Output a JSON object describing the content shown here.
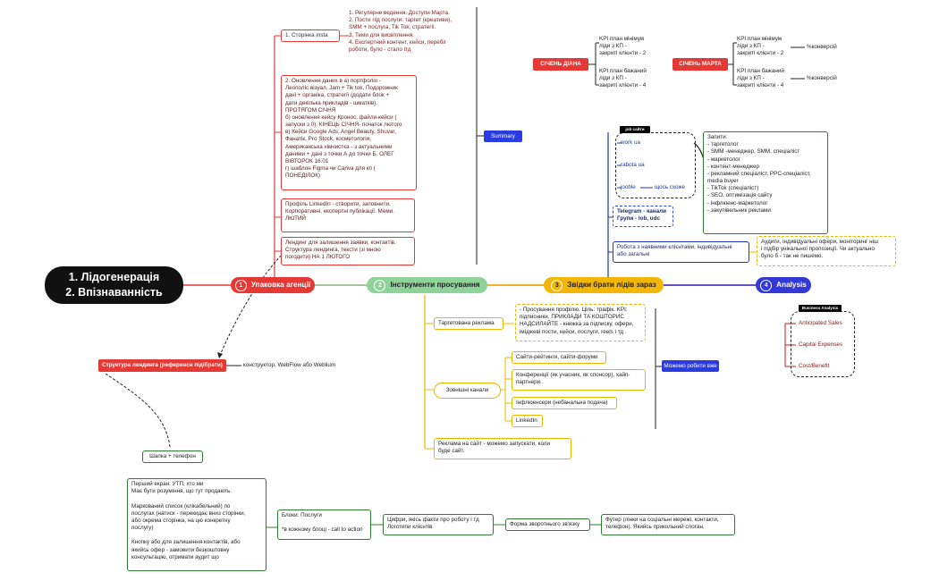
{
  "root": {
    "line1": "1. Лідогенерація",
    "line2": "2. Впізнаванність"
  },
  "branches": {
    "b1": {
      "num": "1",
      "label": "Упаковка агенції",
      "color": "#e53935"
    },
    "b2": {
      "num": "2",
      "label": "Інструменти просування",
      "color": "#8fd39a"
    },
    "b3": {
      "num": "3",
      "label": "Звідки брати лідів зараз",
      "color": "#f2b705"
    },
    "b4": {
      "num": "4",
      "label": "Analysis",
      "color": "#3338d6"
    }
  },
  "top_notes": {
    "plan": "1. Регулярне ведення. Доступи Марта.\n2. Пости під послуги: таргет (креативи),\nSMM + послуга, Tik Tok, стратегії.\n3. Теми для висвітлення.\n4. Експертний контент, кейси, перебіг\nроботи, було - стало ітд",
    "insta": "1. Сторінка insta",
    "portfolio": "2. Оновлення даних в а) портфоліо -\nЛеополіс візуал, Jam + Tik tok, Подорожник\nдані + органіка, стратегії (додати блок +\nдати декілька прикладів - шматків).\nПРОТЯГОМ СІЧНЯ\nб) оновлення кейсу Кронос, файли-кейси (\nзапуски з 0). КІНЕЦЬ СІЧНЯ- початок лютого\nв) Кейси Google Ads: Angel Beauty, Shuvar,\nФанатік, Pro Stock, косметологія,\nАмериканська хімчистка - з актуальними\nданими + дані з точки А до точки Б. ОЛЕГ\nВІВТОРОК 16.01\nг) шаблон Figma чи Canva для кп (\nПОНЕДІЛОК)",
    "linkedin": "Профіль LinkedIn - створити, заповнити.\nКорпоративні, експертні публікації. Меми.\nЛЮТИЙ",
    "landing": "Лендинг для залишення заявки, контактів.\nСтруктура лендинга, тексти (зі мною\nпогодити) НА 1 ЛЮТОГО",
    "summary": "Summary"
  },
  "kpi": {
    "jan_header": "СІЧЕНЬ ДІАНА",
    "mar_header": "СІЧЕНЬ МАРТА",
    "jan_min": "KPI план мінімум\nліди з КП -\nзакриті клієнти - 2",
    "jan_want": "KPI план бажаний\nліди з КП -\nзакриті клієнти - 4",
    "mar_min": "KPI план мінімум\nліди з КП -\nзакриті клієнти - 2",
    "mar_want": "KPI план бажаний\nліди з КП -\nзакриті клієнти - 4",
    "conv1": "%конверсій",
    "conv2": "%конверсій"
  },
  "job_sites": {
    "tab": "job сайти",
    "items": [
      "work ua",
      "rabota ua",
      "jooble"
    ],
    "jooble_note": "щось схоже",
    "requests": "Запити:\n- таргетолог\n- SMM -менеджер, SMM, спеціаліст\n- маркетолог\n- контент-менеджер\n- рекламний спеціаліст, PPC-спеціаліст,\nmedia buyer\n- TikTok (спеціаліст)\n- SEO, оптимізація сайту\n- інфлюенс-маркетолог\n- закупівельник реклами",
    "telegram": "Telegram - канали\nГрупи - lob, udc",
    "existing_clients": "Робота з наявними клієнтами, індивідуальні\nабо загальні",
    "audits": "Аудити, індивідуальні офери, моніторинг ніш\nі підбір унікальної пропозиції. Чи актуально\nбуло б - так не пишемо."
  },
  "analysis": {
    "tab": "Business Analysis",
    "items": [
      "Anticipated Sales",
      "Capital Expenses",
      "Cost/Benefit"
    ]
  },
  "tools": {
    "targeted": "Таргетована реклама",
    "targeted_note": "- Просування профілю. Ціль: трафік. KPI:\nпідписники. ПРИКЛАДИ ТА КОШТОРИС\nНАДСИЛАЙТЕ - книжка за підписку, офери,\nіміджеві пости, кейси, послуги, reels і тд .",
    "external": "Зовнішні канали",
    "external_items": [
      "Сайти-рейтинги, сайти-форуми",
      "Конференції (як учасник, як спонсор), хайп-\nпартнери.",
      "Інфлюенсери (небанальна подача)",
      "LinkedIn"
    ],
    "can_do": "Можемо робити вже",
    "site_ads": "Реклама на сайт - можемо запускати, коли\nбуде сайт."
  },
  "landing_structure": {
    "title": "Структура лендинга (референси підібрати)",
    "constructor": "конструктор,  WebFlow або Weblium",
    "header": "Шапка + телефон",
    "first_screen": "Перший екран: УТП, хто ми\nМає бути розуміння, що тут продають.\n\nМаркований список (клікабельний) по\nпослугах (натиск - перекидає вниз сторінки,\nабо окрема сторінка, на цю конкретну\nпослугу)\n\nКнопку або для залишення контактів, або\nякийсь офер - замовити безкоштовну\nконсультацію, отримати аудит що",
    "blocks": "Блоки: Послуги\n\n*в кожному блоці - call to action",
    "facts": "Цифри, якісь факти про роботу і тд\nЛоготипи клієнтів",
    "feedback": "Форма зворотнього зв'язку",
    "footer": "Футер (лінки на соціальні мережі, контакти,\nтелефон). Якийсь прикольний слоган."
  }
}
